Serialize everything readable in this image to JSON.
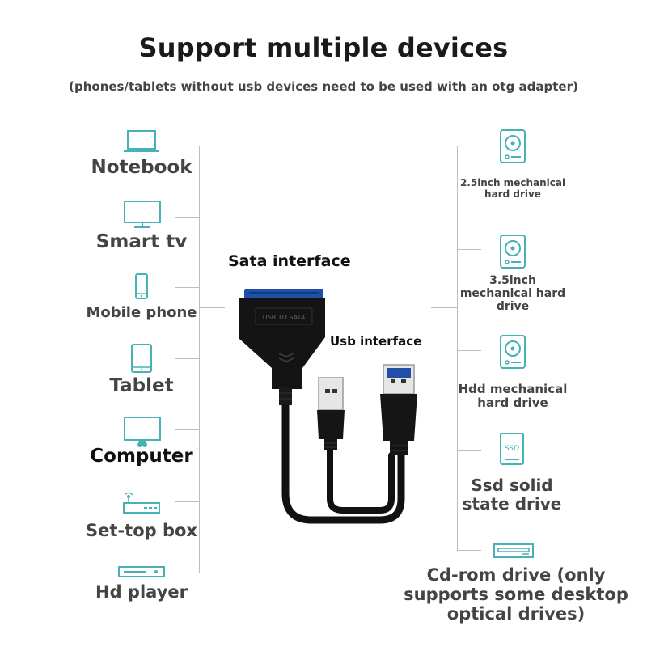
{
  "header": {
    "title": "Support multiple devices",
    "subtitle": "(phones/tablets without usb devices need to be used with an otg adapter)"
  },
  "left_devices": [
    {
      "label": "Notebook",
      "icon": "laptop-icon"
    },
    {
      "label": "Smart tv",
      "icon": "tv-icon"
    },
    {
      "label": "Mobile phone",
      "icon": "phone-icon"
    },
    {
      "label": "Tablet",
      "icon": "tablet-icon"
    },
    {
      "label": "Computer",
      "icon": "monitor-icon"
    },
    {
      "label": "Set-top box",
      "icon": "settop-box-icon"
    },
    {
      "label": "Hd player",
      "icon": "hd-player-icon"
    }
  ],
  "right_devices": [
    {
      "label_line1": "2.5inch mechanical",
      "label_line2": "hard drive",
      "icon": "hard-drive-icon"
    },
    {
      "label_line1": "3.5inch",
      "label_line2": "mechanical hard",
      "label_line3": "drive",
      "icon": "hard-drive-icon"
    },
    {
      "label_line1": "Hdd mechanical",
      "label_line2": "hard drive",
      "icon": "hard-drive-icon"
    },
    {
      "label_line1": "Ssd solid",
      "label_line2": "state drive",
      "icon": "ssd-icon",
      "badge": "SSD"
    },
    {
      "label_line1": "Cd-rom drive (only",
      "label_line2": "supports some desktop",
      "label_line3": "optical drives)",
      "icon": "optical-drive-icon"
    }
  ],
  "cable": {
    "sata_label": "Sata interface",
    "usb_label": "Usb interface",
    "adapter_text": "USB TO SATA"
  },
  "colors": {
    "icon_teal": "#46b2b5",
    "connector_blue": "#1f4fa8",
    "line_gray": "#bdbdbd"
  }
}
